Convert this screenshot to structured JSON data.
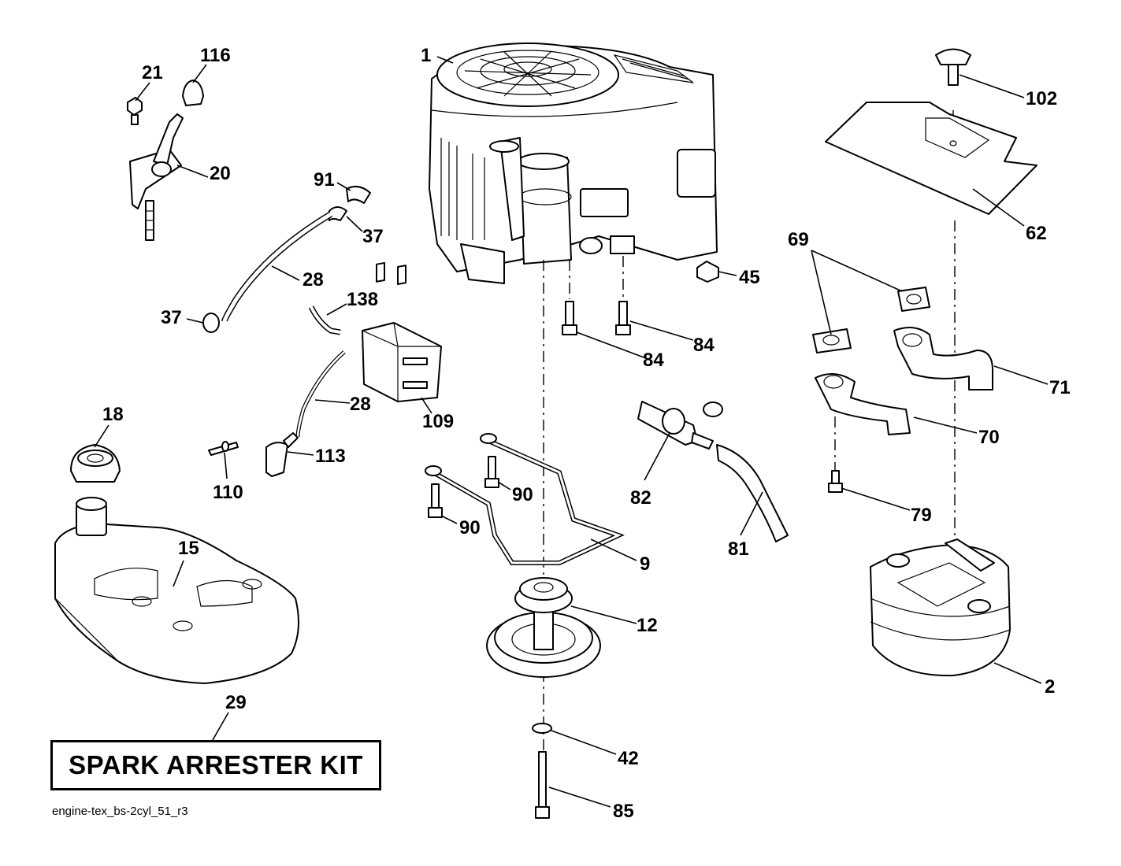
{
  "labels": {
    "l1": "1",
    "l2": "2",
    "l9": "9",
    "l12": "12",
    "l15": "15",
    "l18": "18",
    "l20": "20",
    "l21": "21",
    "l28a": "28",
    "l28b": "28",
    "l29": "29",
    "l37a": "37",
    "l37b": "37",
    "l42": "42",
    "l45": "45",
    "l62": "62",
    "l69": "69",
    "l70": "70",
    "l71": "71",
    "l79": "79",
    "l81": "81",
    "l82": "82",
    "l84a": "84",
    "l84b": "84",
    "l85": "85",
    "l90a": "90",
    "l90b": "90",
    "l91": "91",
    "l102": "102",
    "l109": "109",
    "l110": "110",
    "l113": "113",
    "l116": "116",
    "l138": "138"
  },
  "kit_label": "SPARK ARRESTER KIT",
  "footer_code": "engine-tex_bs-2cyl_51_r3"
}
